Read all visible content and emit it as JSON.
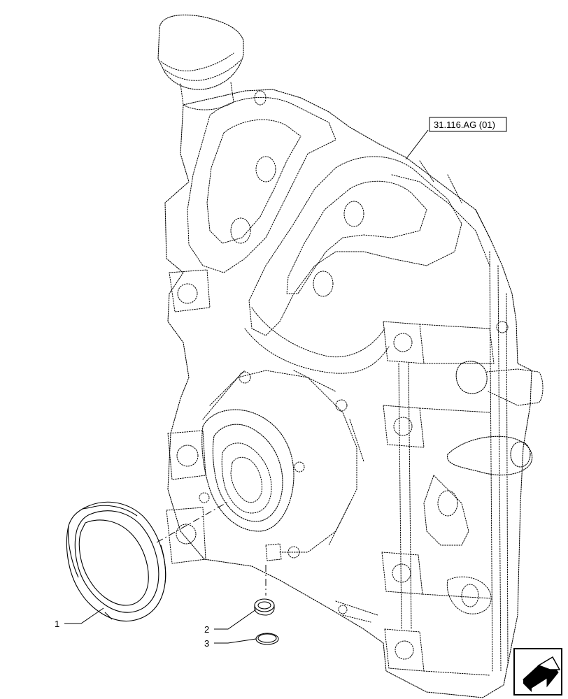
{
  "diagram": {
    "reference_label": "31.116.AG (01)",
    "callouts": [
      {
        "number": "1",
        "part": "seal-ring"
      },
      {
        "number": "2",
        "part": "washer"
      },
      {
        "number": "3",
        "part": "o-ring"
      }
    ],
    "nav_icon": "next-page-arrow-icon"
  }
}
